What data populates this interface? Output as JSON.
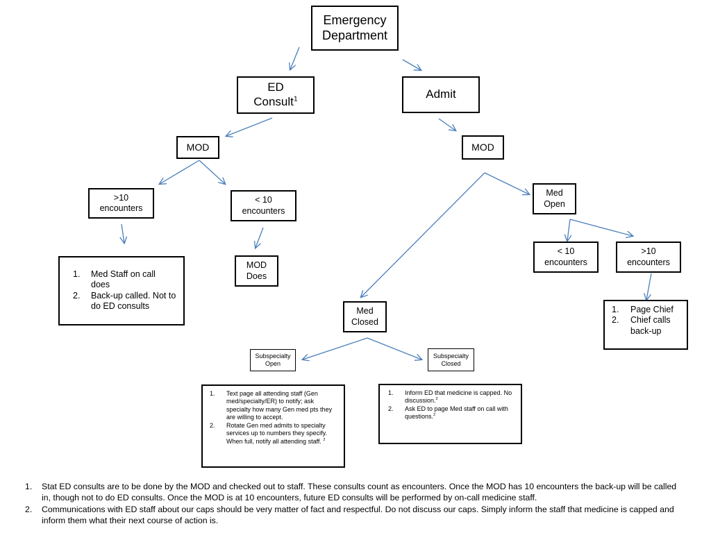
{
  "nodes": {
    "emergency_department": {
      "line1": "Emergency",
      "line2": "Department"
    },
    "ed_consult": {
      "line1": "ED",
      "line2": "Consult",
      "sup": "1"
    },
    "admit": {
      "label": "Admit"
    },
    "mod_left": {
      "label": "MOD"
    },
    "mod_right": {
      "label": "MOD"
    },
    "gt10_left": {
      "line1": ">10",
      "line2": "encounters"
    },
    "lt10_left": {
      "line1": "< 10",
      "line2": "encounters"
    },
    "med_staff_list": [
      {
        "num": "1.",
        "text": "Med Staff on call does"
      },
      {
        "num": "2.",
        "text": "Back-up called.  Not to do ED consults"
      }
    ],
    "mod_does": {
      "line1": "MOD",
      "line2": "Does"
    },
    "med_open": {
      "line1": "Med",
      "line2": "Open"
    },
    "lt10_right": {
      "line1": "< 10",
      "line2": "encounters"
    },
    "gt10_right": {
      "line1": ">10",
      "line2": "encounters"
    },
    "page_chief_list": [
      {
        "num": "1.",
        "text": "Page Chief"
      },
      {
        "num": "2.",
        "text": "Chief calls back-up"
      }
    ],
    "med_closed": {
      "line1": "Med",
      "line2": "Closed"
    },
    "subspecialty_open": {
      "line1": "Subspecialty",
      "line2": "Open"
    },
    "subspecialty_closed": {
      "line1": "Subspecialty",
      "line2": "Closed"
    },
    "open_actions": [
      {
        "num": "1.",
        "text": "Text page all attending staff (Gen med/specialty/ER) to notify; ask specialty how many Gen med pts they are willing to accept.",
        "sup": ""
      },
      {
        "num": "2.",
        "text": "Rotate Gen med admits to specialty services up to numbers they specify.  When full, notify all attending staff. ",
        "sup": "2"
      }
    ],
    "closed_actions": [
      {
        "num": "1.",
        "text": "Inform ED that medicine is capped.  No discussion.",
        "sup": "2"
      },
      {
        "num": "2.",
        "text": "Ask ED to page Med staff on call with questions.",
        "sup": "2"
      }
    ]
  },
  "footnotes": [
    {
      "num": "1.",
      "text": "Stat ED consults are to be done by the MOD and checked out to staff.  These consults count as encounters.  Once the MOD  has 10 encounters the back-up will be called in, though not to do ED consults.  Once the MOD is at 10 encounters, future ED consults will be performed by on-call medicine staff."
    },
    {
      "num": "2.",
      "text": "Communications with ED staff about our caps should be very matter of fact and respectful.  Do not discuss our caps.  Simply inform the staff that medicine is capped and inform them what their next course of action is."
    }
  ],
  "colors": {
    "arrow": "#4a7ebb",
    "border": "#000000"
  }
}
